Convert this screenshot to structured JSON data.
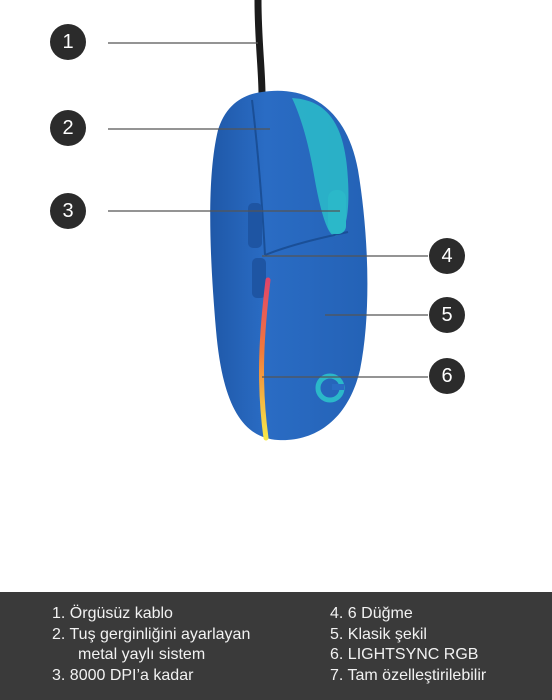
{
  "callouts": [
    "1",
    "2",
    "3",
    "4",
    "5",
    "6"
  ],
  "legend": {
    "left": [
      "1. Örgüsüz kablo",
      "2. Tuş gerginliğini ayarlayan",
      "metal yaylı sistem",
      "3. 8000 DPI’a kadar"
    ],
    "right": [
      "4. 6 Düğme",
      "5. Klasik şekil",
      "6. LIGHTSYNC RGB",
      "7. Tam özelleştirilebilir"
    ]
  },
  "colors": {
    "mouse_body": "#2a6cc4",
    "mouse_dark": "#1f58a8",
    "accent_teal": "#2bb8c9",
    "callout_bg": "#2b2b2b",
    "legend_bg": "#3a3a3a",
    "legend_text": "#f2f2f2",
    "cable": "#1b1b1b"
  }
}
